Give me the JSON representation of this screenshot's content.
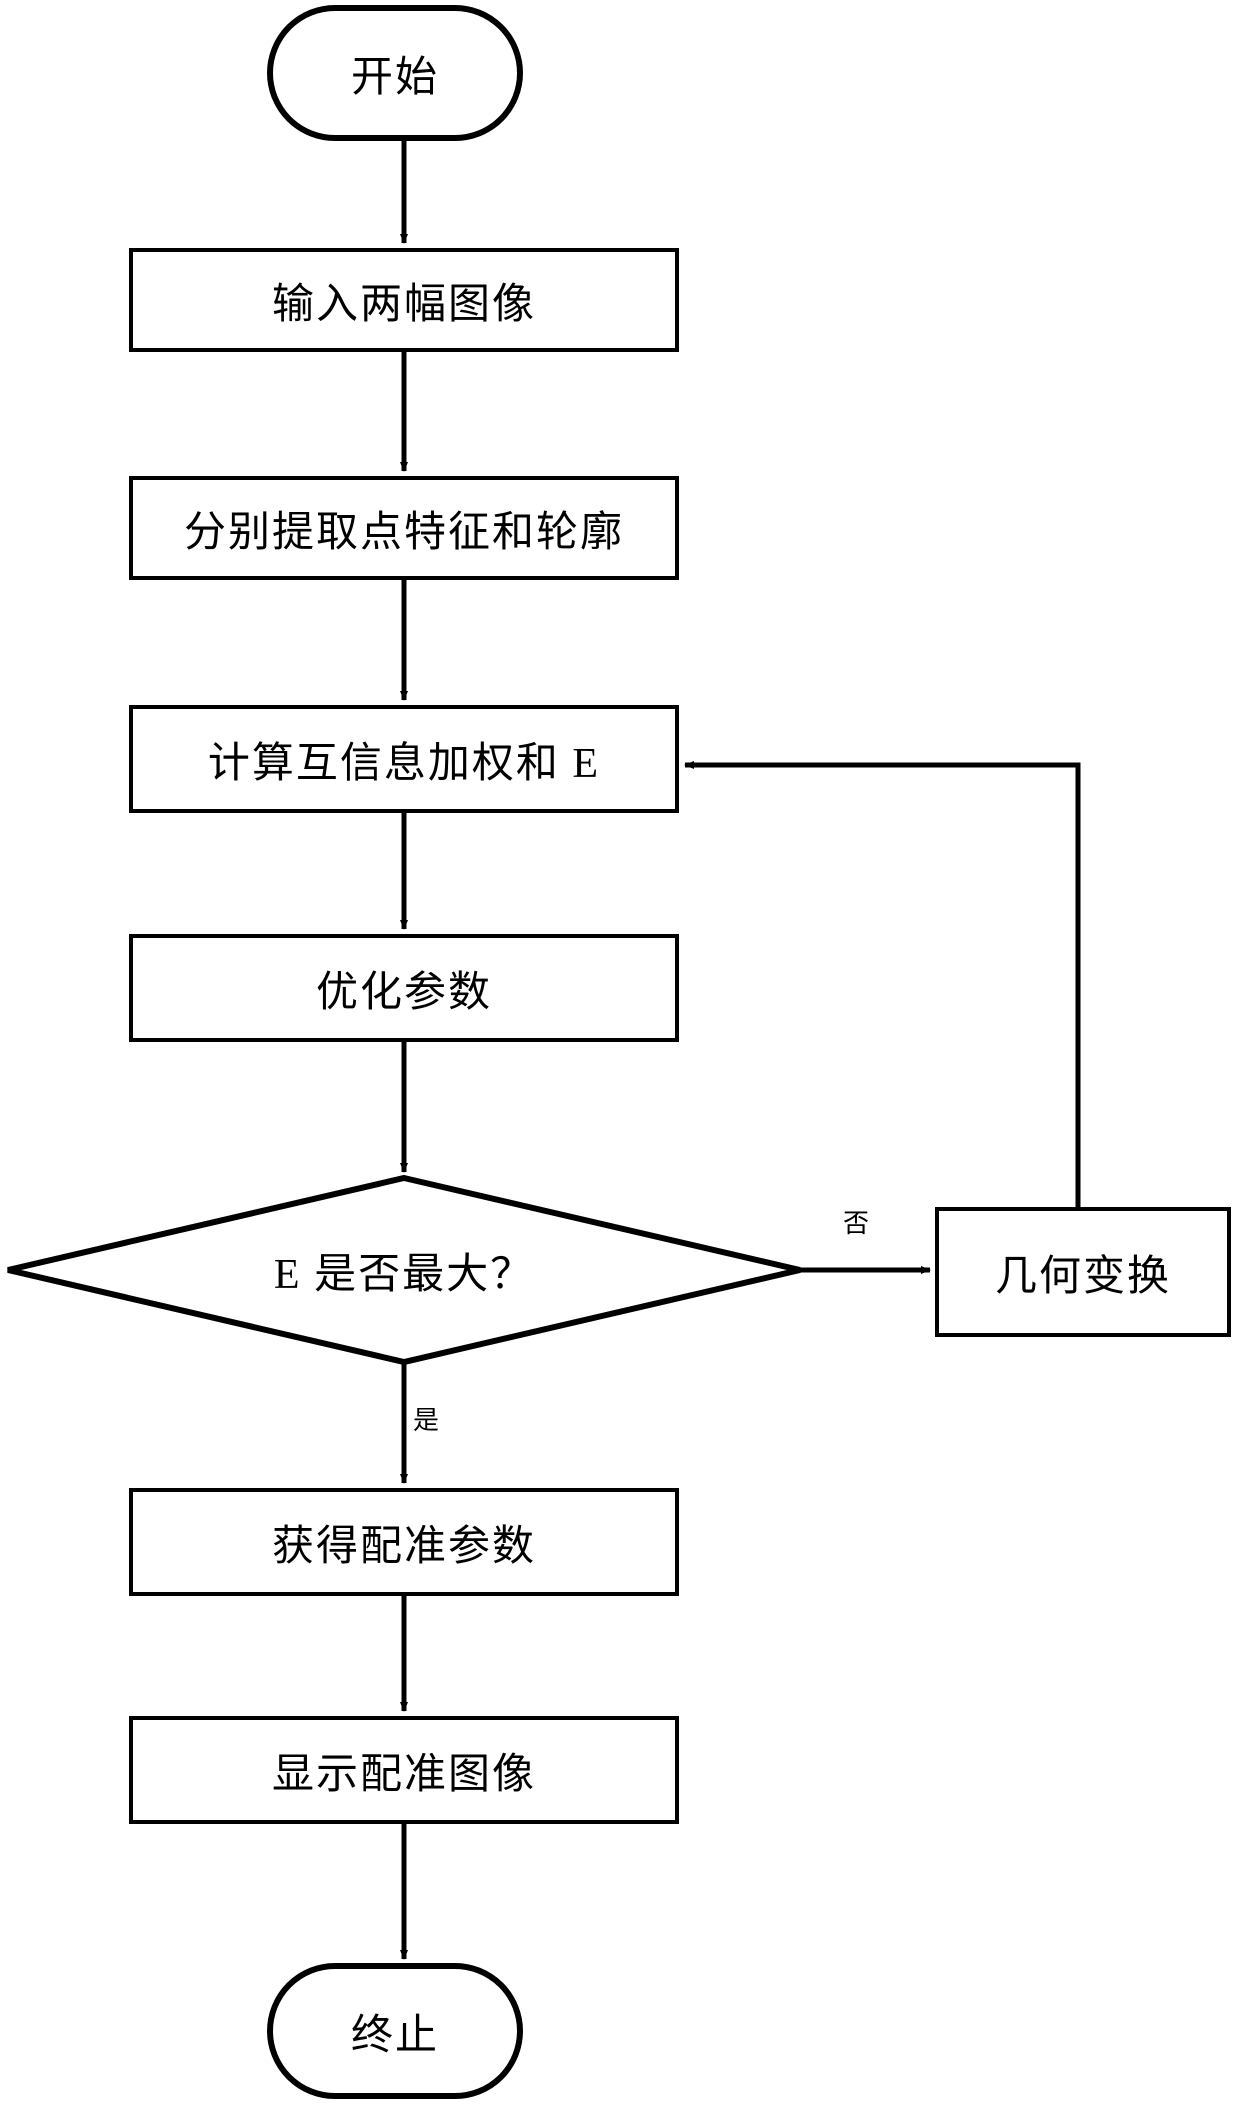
{
  "diagram": {
    "type": "flowchart",
    "orientation": "top-to-bottom",
    "background_color": "#ffffff",
    "stroke_color": "#000000",
    "fill_color": "#ffffff",
    "nodes": [
      {
        "id": "start",
        "shape": "terminator",
        "label": "开始"
      },
      {
        "id": "input",
        "shape": "process",
        "label": "输入两幅图像"
      },
      {
        "id": "extract",
        "shape": "process",
        "label": "分别提取点特征和轮廓"
      },
      {
        "id": "compute",
        "shape": "process",
        "label": "计算互信息加权和 E"
      },
      {
        "id": "optimize",
        "shape": "process",
        "label": "优化参数"
      },
      {
        "id": "decision",
        "shape": "decision",
        "label": "E 是否最大？"
      },
      {
        "id": "transform",
        "shape": "process",
        "label": "几何变换"
      },
      {
        "id": "params",
        "shape": "process",
        "label": "获得配准参数"
      },
      {
        "id": "display",
        "shape": "process",
        "label": "显示配准图像"
      },
      {
        "id": "end",
        "shape": "terminator",
        "label": "终止"
      }
    ],
    "edges": [
      {
        "from": "start",
        "to": "input",
        "label": ""
      },
      {
        "from": "input",
        "to": "extract",
        "label": ""
      },
      {
        "from": "extract",
        "to": "compute",
        "label": ""
      },
      {
        "from": "compute",
        "to": "optimize",
        "label": ""
      },
      {
        "from": "optimize",
        "to": "decision",
        "label": ""
      },
      {
        "from": "decision",
        "to": "transform",
        "label": "否"
      },
      {
        "from": "transform",
        "to": "compute",
        "label": ""
      },
      {
        "from": "decision",
        "to": "params",
        "label": "是"
      },
      {
        "from": "params",
        "to": "display",
        "label": ""
      },
      {
        "from": "display",
        "to": "end",
        "label": ""
      }
    ],
    "edge_labels": {
      "no": "否",
      "yes": "是"
    }
  }
}
